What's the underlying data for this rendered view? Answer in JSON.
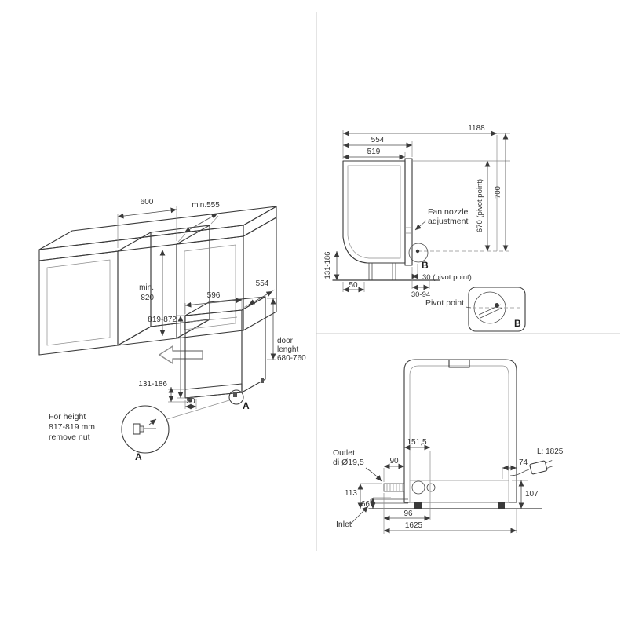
{
  "left": {
    "niche_width": "600",
    "niche_depth": "min.555",
    "niche_height_1": "min.",
    "niche_height_2": "820",
    "dw_width": "596",
    "dw_depth": "554",
    "dw_height": "819-872",
    "door_1": "door",
    "door_2": "lenght",
    "door_3": "680-760",
    "plinth_range": "131-186",
    "foot_offset": "50",
    "marker": "A",
    "note_1": "For height",
    "note_2": "817-819 mm",
    "note_3": "remove nut",
    "detail_label": "A"
  },
  "side": {
    "depth_door_open": "1188",
    "depth_with_door": "554",
    "depth_body": "519",
    "fan_1": "Fan nozzle",
    "fan_2": "adjustment",
    "pivot_height": "670 (pivot point)",
    "total_height": "700",
    "leg_range": "131-186",
    "front_offset": "50",
    "marker": "B",
    "pivot_offset": "30 (pivot point)",
    "pivot_range": "30-94",
    "detail_title": "Pivot point",
    "detail_label": "B"
  },
  "rear": {
    "outlet_1": "Outlet:",
    "outlet_2": "di Ø19,5",
    "drain_pos": "151,5",
    "outlet_stub": "90",
    "cord_offset": "74",
    "cord_length": "L: 1825",
    "outlet_height": "113",
    "inlet_height": "66",
    "dim_96": "96",
    "cord_height": "107",
    "dim_1625": "1625",
    "inlet": "Inlet"
  }
}
